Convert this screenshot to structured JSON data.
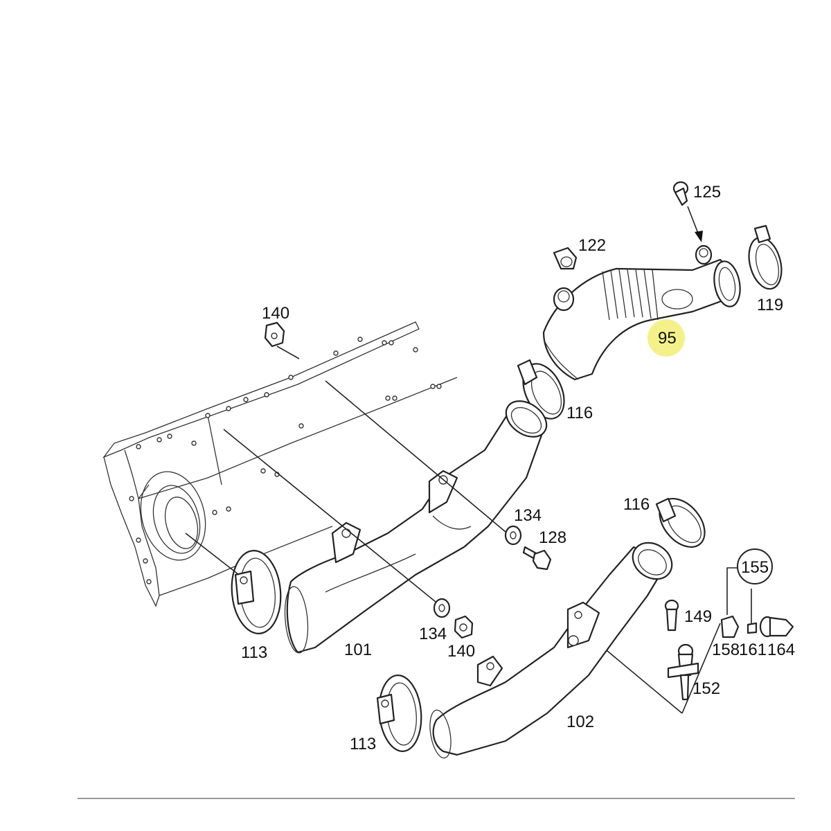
{
  "labels": {
    "p95": "95",
    "p101": "101",
    "p102": "102",
    "p113a": "113",
    "p113b": "113",
    "p116a": "116",
    "p116b": "116",
    "p119": "119",
    "p122": "122",
    "p125": "125",
    "p128": "128",
    "p134a": "134",
    "p134b": "134",
    "p140a": "140",
    "p140b": "140",
    "p149": "149",
    "p152": "152",
    "p155": "155",
    "p158": "158",
    "p161": "161",
    "p164": "164"
  },
  "colors": {
    "highlight": "#f4f18a",
    "line": "#222222"
  }
}
